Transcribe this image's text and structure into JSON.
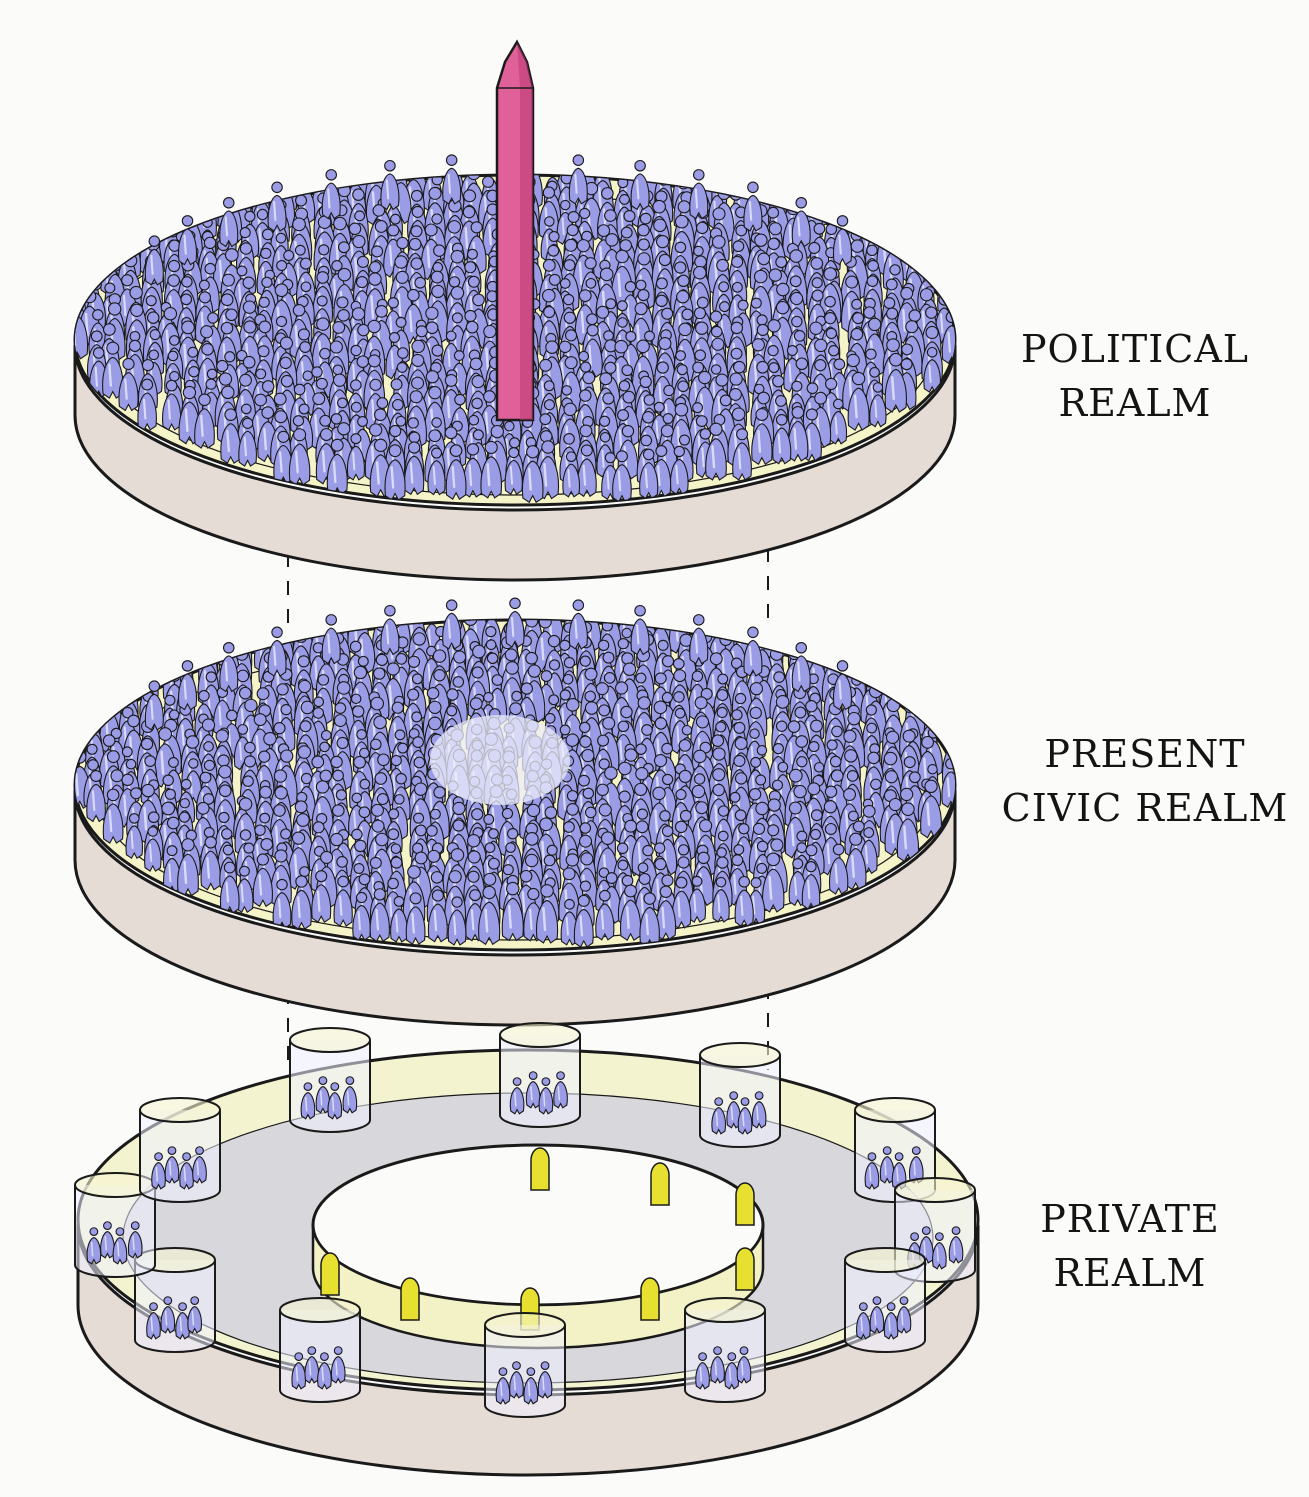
{
  "layers": [
    {
      "id": "political",
      "lines": [
        "POLITICAL",
        "REALM"
      ]
    },
    {
      "id": "civic",
      "lines": [
        "PRESENT",
        "CIVIC REALM"
      ]
    },
    {
      "id": "private",
      "lines": [
        "PRIVATE",
        "REALM"
      ]
    }
  ],
  "colors": {
    "background": "#fbfbfa",
    "ink": "#1a1a1a",
    "crowd": "#9b9ce6",
    "crowd_highlight": "#d9dbf6",
    "disc_rim": "#e4e0ea",
    "disc_top": "#f6f5c9",
    "disc_wall": "#e8ddd8",
    "obelisk": "#e0619a",
    "obelisk_shade": "#b8356f",
    "door": "#e8e030",
    "room_glass": "#eef0ff"
  },
  "icons": {
    "monument": "obelisk-icon",
    "people": "crowd-figures",
    "rooms": "private-room-cylinders"
  }
}
